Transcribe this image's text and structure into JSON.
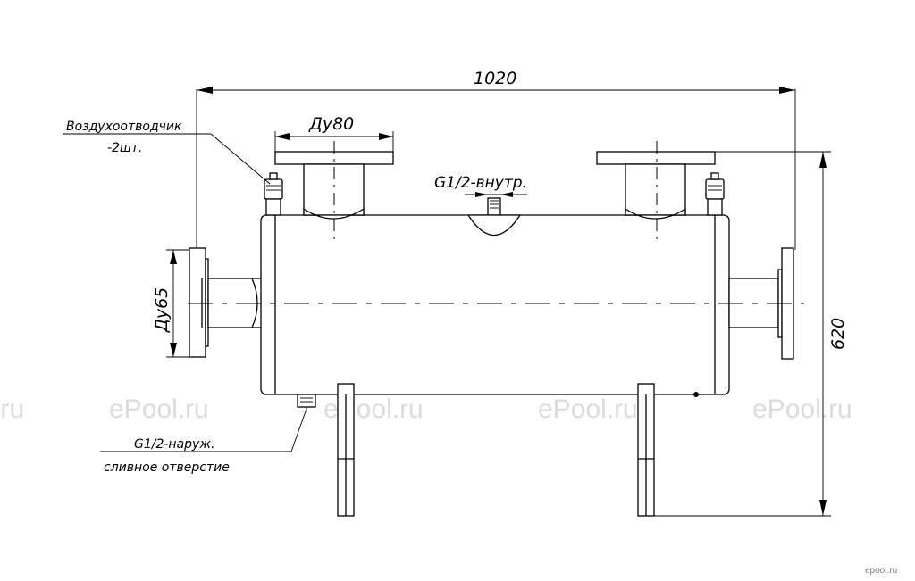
{
  "drawing": {
    "dimensions": {
      "overall_length": "1020",
      "overall_height": "620",
      "top_nozzle": "Ду80",
      "side_nozzle": "Ду65"
    },
    "callouts": {
      "air_vent_line1": "Воздухоотводчик",
      "air_vent_line2": "-2шт.",
      "top_port": "G1/2-внутр.",
      "drain_line1": "G1/2-наруж.",
      "drain_line2": "сливное отверстие"
    }
  },
  "watermark": {
    "repeat": [
      ".ru",
      "ePool.ru",
      "ePool.ru",
      "ePool.ru",
      "ePool.ru"
    ],
    "corner": "epool.ru",
    "color": "#dcdcdc"
  }
}
